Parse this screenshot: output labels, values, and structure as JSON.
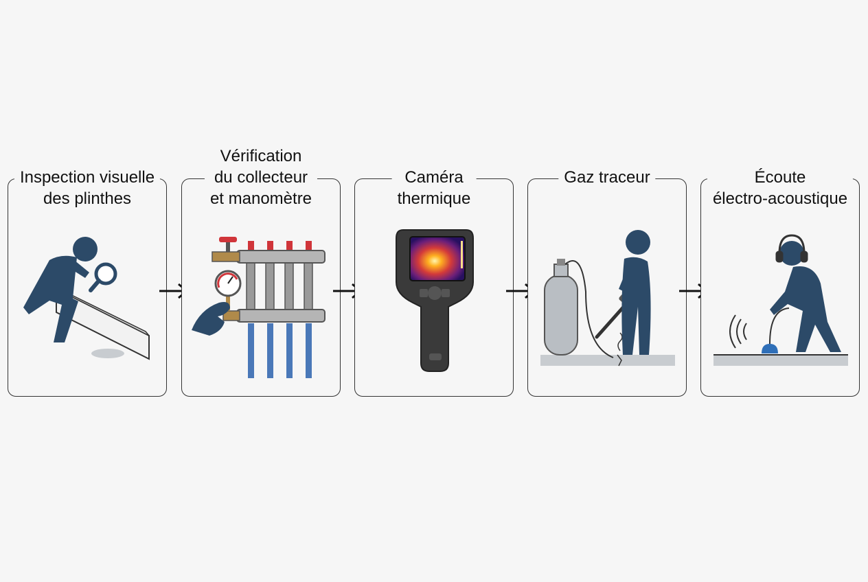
{
  "steps": [
    {
      "lines": [
        "Inspection visuelle",
        "des plinthes"
      ]
    },
    {
      "lines": [
        "Vérification",
        "du collecteur",
        "et manomètre"
      ]
    },
    {
      "lines": [
        "Caméra",
        "thermique"
      ]
    },
    {
      "lines": [
        "Gaz traceur"
      ]
    },
    {
      "lines": [
        "Écoute",
        "électro-acoustique"
      ]
    }
  ],
  "colors": {
    "figure": "#2c4a68",
    "border": "#333333",
    "background": "#f6f6f6",
    "pipe_blue": "#4a78b8",
    "valve_red": "#d0353a",
    "brass": "#b08a4a",
    "camera_body": "#3a3a3a",
    "gas_cylinder": "#b9bec3"
  },
  "icons": [
    "person-inspecting-icon",
    "magnifier-icon",
    "manifold-icon",
    "pressure-gauge-icon",
    "thermal-camera-icon",
    "gas-cylinder-icon",
    "gas-probe-icon",
    "headphones-icon",
    "acoustic-sensor-icon",
    "arrow-right-icon"
  ]
}
